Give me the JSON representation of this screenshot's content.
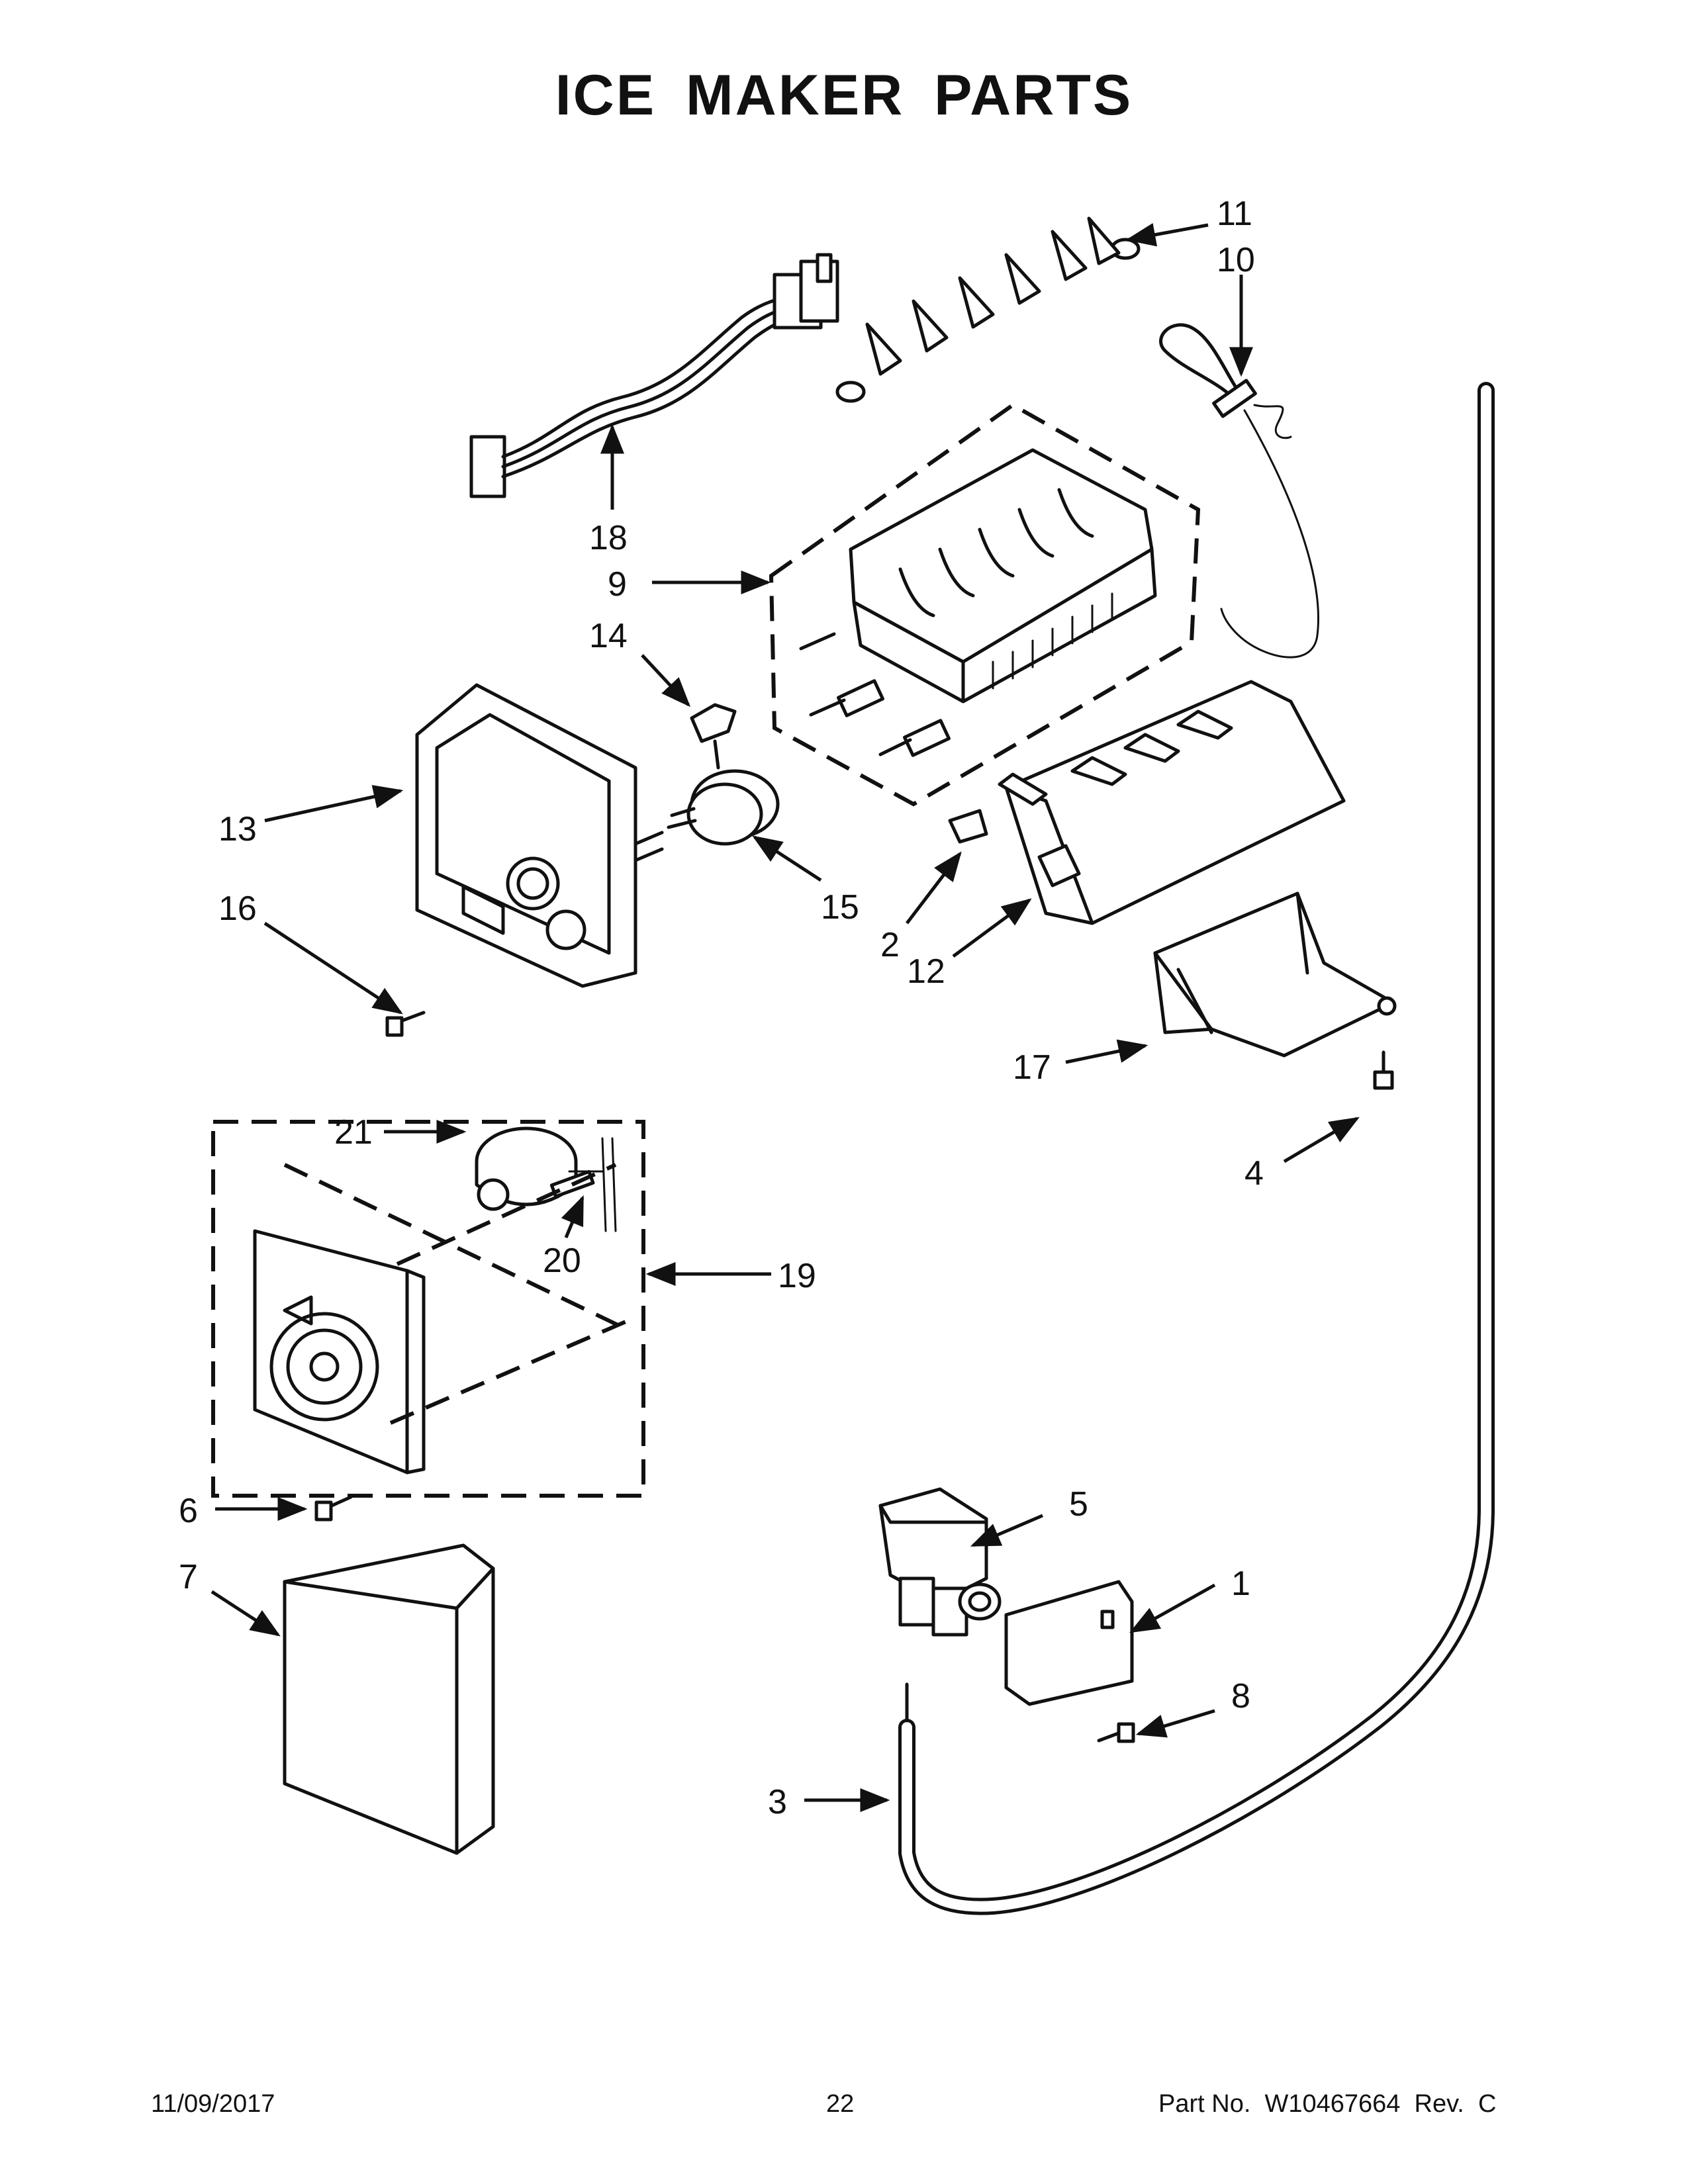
{
  "title": "ICE MAKER PARTS",
  "callouts": [
    "1",
    "2",
    "3",
    "4",
    "5",
    "6",
    "7",
    "8",
    "9",
    "10",
    "11",
    "12",
    "13",
    "14",
    "15",
    "16",
    "17",
    "18",
    "19",
    "20",
    "21"
  ],
  "footer": {
    "date": "11/09/2017",
    "page": "22",
    "part_no": "Part No.  W10467664  Rev.  C"
  }
}
